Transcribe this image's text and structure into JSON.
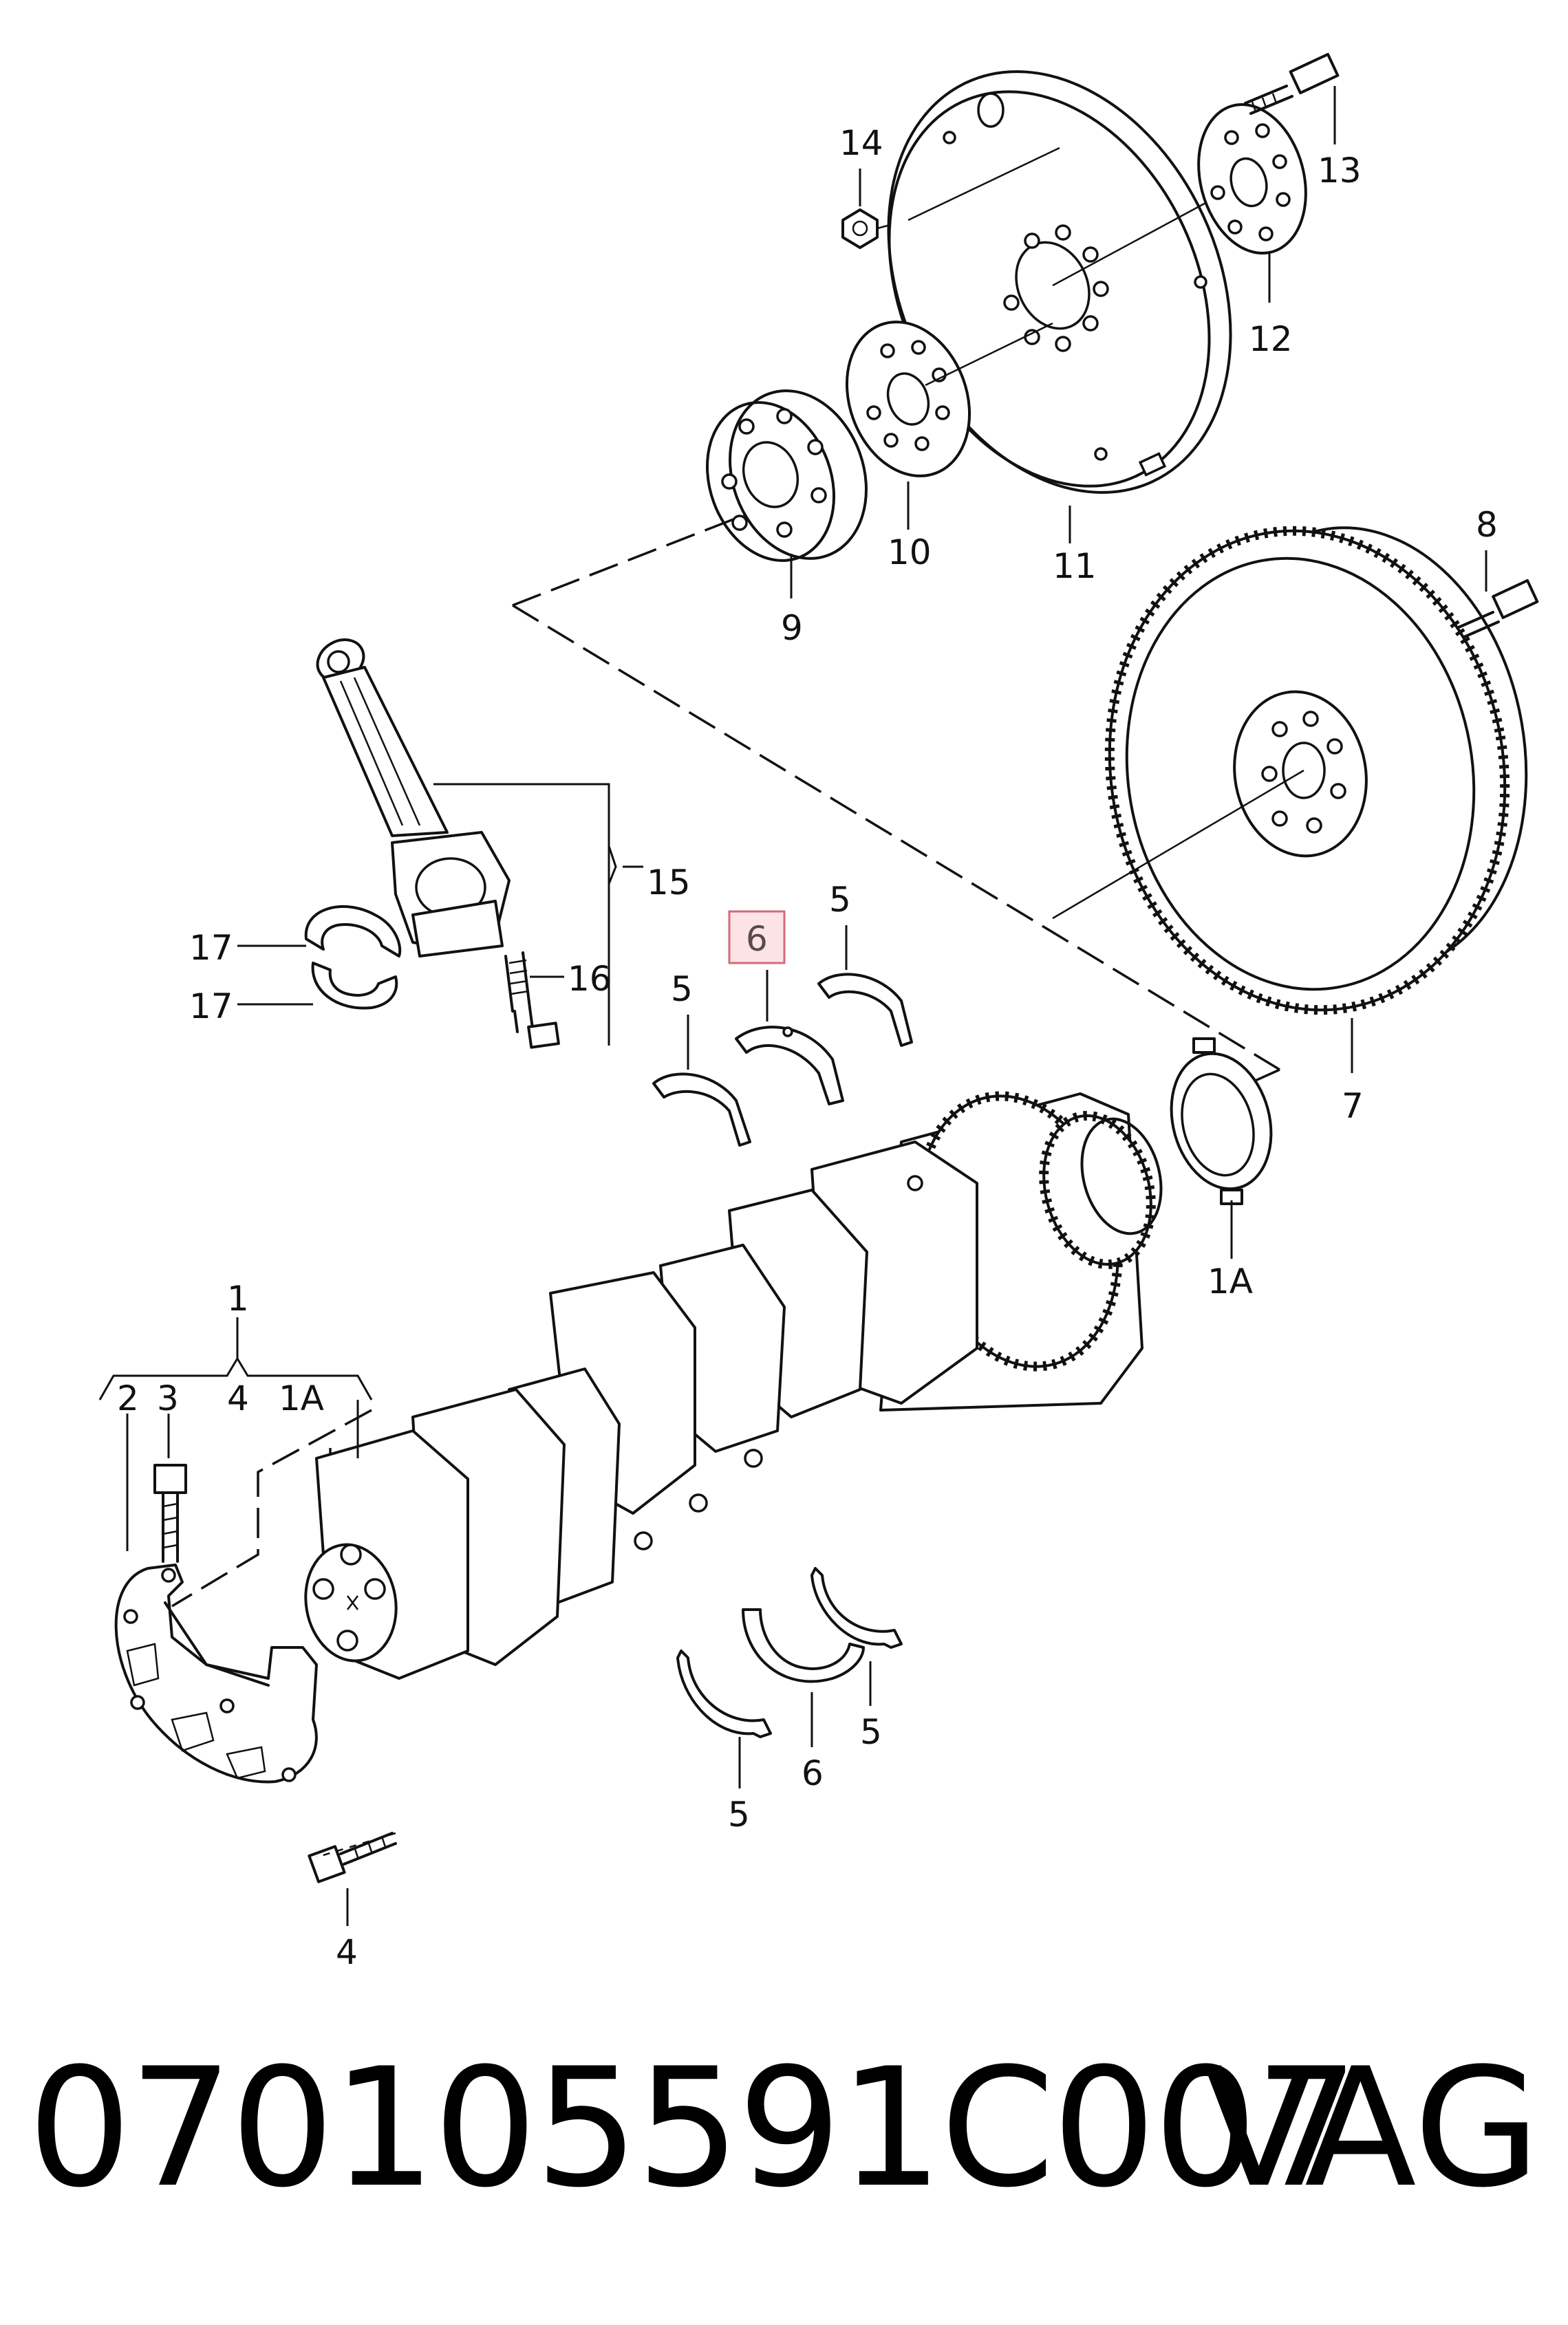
{
  "callouts": {
    "c1": "1",
    "c1A_top": "1A",
    "c1A_right": "1A",
    "c2": "2",
    "c3": "3",
    "c4_top": "4",
    "c4_bottom": "4",
    "c5_upper_left": "5",
    "c5_upper_right": "5",
    "c5_lower_left": "5",
    "c5_lower_right": "5",
    "c6_upper": "6",
    "c6_lower": "6",
    "c7": "7",
    "c8": "8",
    "c9": "9",
    "c10": "10",
    "c11": "11",
    "c12": "12",
    "c13": "13",
    "c14": "14",
    "c15": "15",
    "c16": "16",
    "c17_upper": "17",
    "c17_lower": "17"
  },
  "highlighted_callout": "6",
  "footer": {
    "part_number": "070105591C007",
    "brand": "VAG"
  }
}
